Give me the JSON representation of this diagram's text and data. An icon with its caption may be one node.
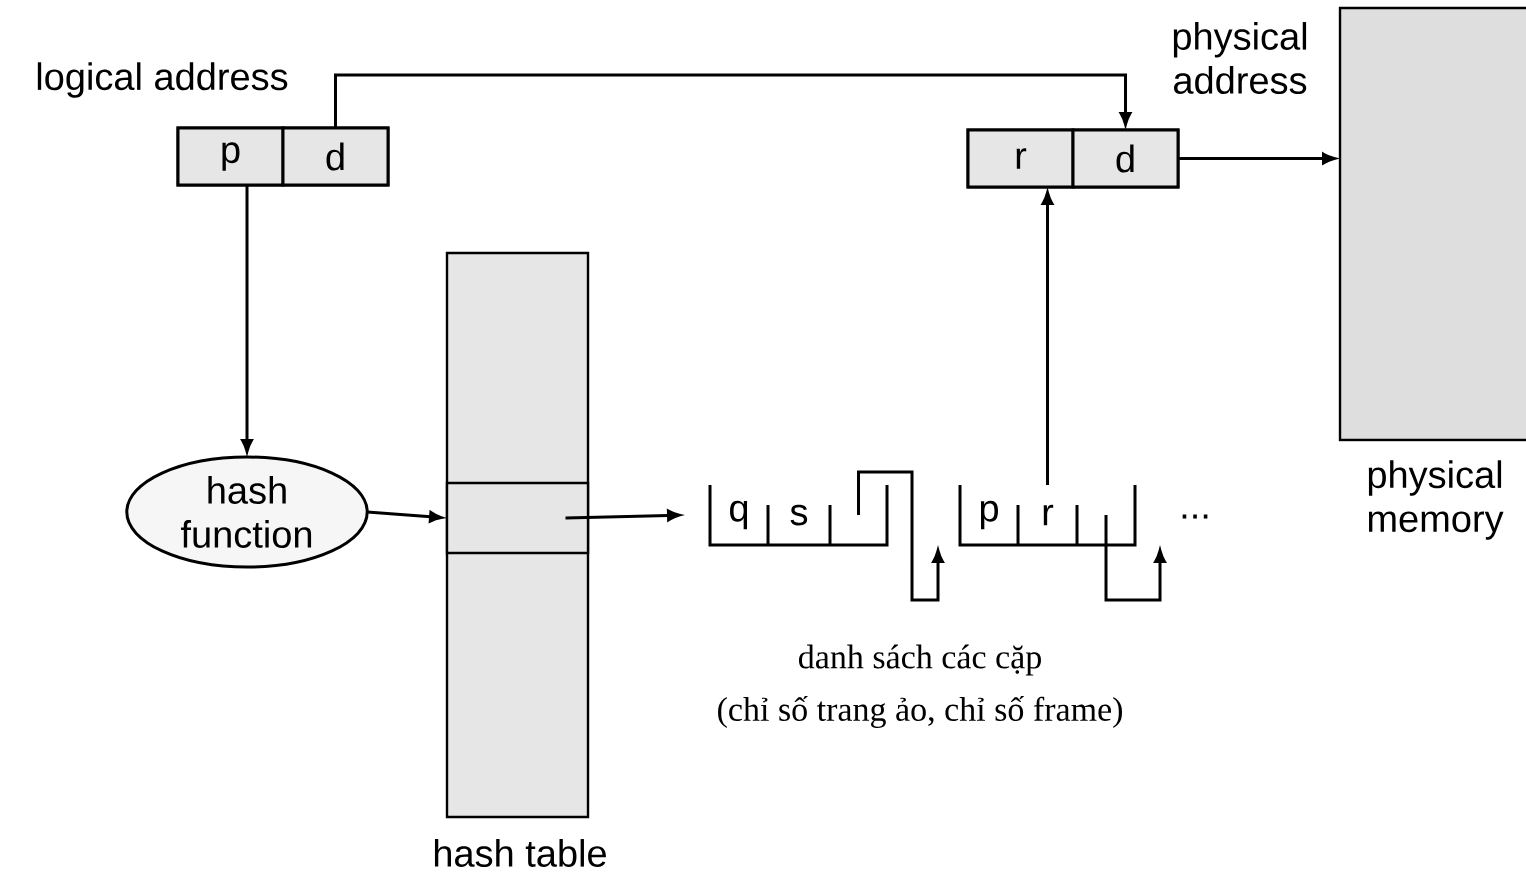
{
  "diagram": {
    "nodes": [
      {
        "text": [
          "logical address"
        ]
      },
      {
        "text": [
          "p"
        ],
        "in": 0
      },
      {
        "text": [
          "d"
        ],
        "in": 0
      },
      {
        "text": [
          "physical address"
        ]
      },
      {
        "text": [
          "r"
        ],
        "in": 3
      },
      {
        "text": [
          "d"
        ],
        "in": 3
      },
      {
        "text": [
          "hash function"
        ]
      },
      {
        "text": [
          "hash table"
        ]
      },
      {
        "text": [],
        "shape": "box",
        "in": 7
      },
      {
        "text": [],
        "shape": "box"
      },
      {
        "text": [
          "q"
        ],
        "in": 9
      },
      {
        "text": [
          "s"
        ],
        "in": 9
      },
      {
        "text": [],
        "shape": "box",
        "in": 9
      },
      {
        "text": [],
        "shape": "box"
      },
      {
        "text": [
          "p"
        ],
        "in": 13
      },
      {
        "text": [
          "r"
        ],
        "in": 13
      },
      {
        "text": [],
        "shape": "box",
        "in": 13
      },
      {
        "text": [
          "..."
        ]
      },
      {
        "text": [
          "physical memory"
        ]
      }
    ],
    "edges": [
      {
        "from": 2,
        "to": 5,
        "arrow": "to"
      },
      {
        "from": 1,
        "to": 6,
        "arrow": "to"
      },
      {
        "from": 6,
        "to": 8,
        "arrow": "to"
      },
      {
        "from": 8,
        "to": 9,
        "arrow": "to"
      },
      {
        "from": 12,
        "to": 13,
        "arrow": "to"
      },
      {
        "from": 16,
        "to": 17,
        "arrow": "to"
      },
      {
        "from": 15,
        "to": 4,
        "arrow": "to"
      },
      {
        "from": 3,
        "to": 18,
        "arrow": "to"
      }
    ],
    "labels": [
      "danh sách các cặp",
      "(chỉ số trang ảo, chỉ số frame)"
    ]
  }
}
